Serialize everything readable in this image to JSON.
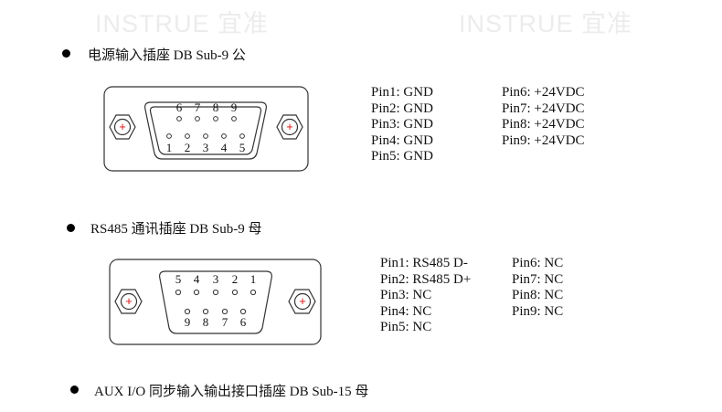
{
  "watermark": [
    "INSTRUE 宜准",
    "INSTRUE 宜准"
  ],
  "sections": [
    {
      "heading": "电源输入插座 DB Sub-9 公",
      "top_numbers": [
        "6",
        "7",
        "8",
        "9"
      ],
      "bottom_numbers": [
        "1",
        "2",
        "3",
        "4",
        "5"
      ],
      "pins_left": [
        "Pin1: GND",
        "Pin2: GND",
        "Pin3: GND",
        "Pin4: GND",
        "Pin5: GND"
      ],
      "pins_right": [
        "Pin6: +24VDC",
        "Pin7: +24VDC",
        "Pin8: +24VDC",
        "Pin9: +24VDC"
      ]
    },
    {
      "heading": "RS485 通讯插座 DB Sub-9 母",
      "top_numbers": [
        "5",
        "4",
        "3",
        "2",
        "1"
      ],
      "bottom_numbers": [
        "9",
        "8",
        "7",
        "6"
      ],
      "pins_left": [
        "Pin1: RS485 D-",
        "Pin2: RS485 D+",
        "Pin3: NC",
        "Pin4: NC",
        "Pin5: NC"
      ],
      "pins_right": [
        "Pin6: NC",
        "Pin7: NC",
        "Pin8: NC",
        "Pin9: NC"
      ]
    },
    {
      "heading": "AUX I/O 同步输入输出接口插座 DB Sub-15 母"
    }
  ],
  "icons": [
    "plus-circle-icon",
    "pin-hole-icon"
  ]
}
